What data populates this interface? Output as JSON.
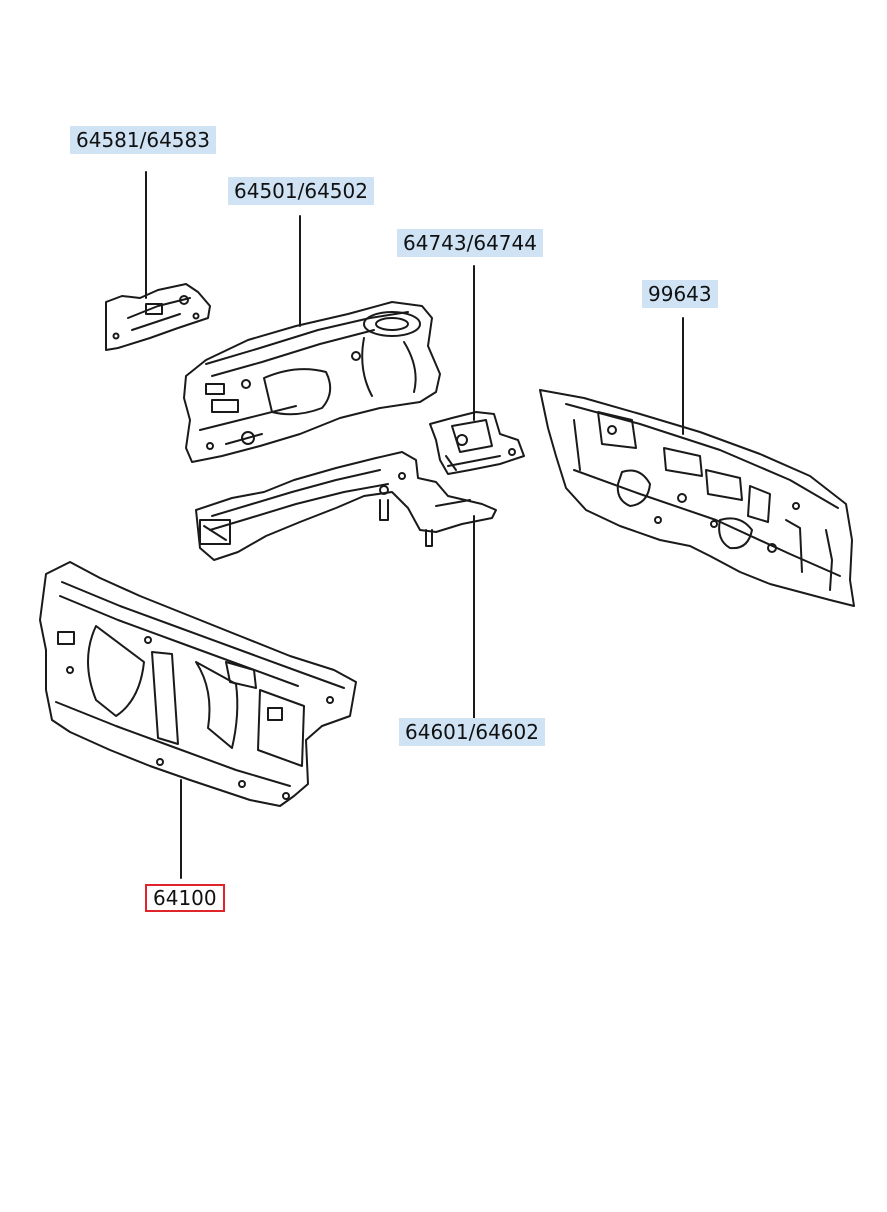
{
  "callouts": {
    "c1": "64581/64583",
    "c2": "64501/64502",
    "c3": "64743/64744",
    "c4": "99643",
    "c5": "64601/64602",
    "c6": "64100"
  },
  "colors": {
    "label_bg": "#cfe3f5",
    "selected_border": "#e0242a",
    "line": "#1a1a1a"
  }
}
